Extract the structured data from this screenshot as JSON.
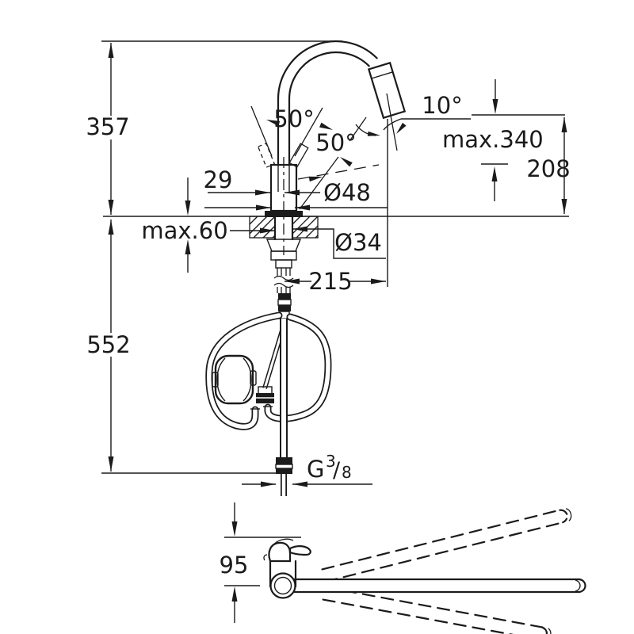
{
  "drawing": {
    "type": "technical-dimension-drawing",
    "subject": "kitchen-faucet-with-pull-out-spray",
    "views": [
      "front-elevation-with-hoses",
      "plan-swivel-view"
    ],
    "labels": {
      "height_above_deck": "357",
      "height_below_deck": "552",
      "lever_angle": "50°",
      "swivel_angle": "50°",
      "spray_angle": "10°",
      "max_spout_clearance": "max.340",
      "outlet_height": "208",
      "center_offset": "29",
      "body_diameter": "Ø48",
      "max_deck_thickness": "max.60",
      "shank_diameter": "Ø34",
      "spout_reach": "215",
      "thread_g": "G",
      "thread_numerator": "3",
      "thread_slash": "/",
      "thread_denominator": "8",
      "plan_offset": "95"
    },
    "colors": {
      "ink": "#1b1b1b",
      "background": "#ffffff"
    }
  }
}
